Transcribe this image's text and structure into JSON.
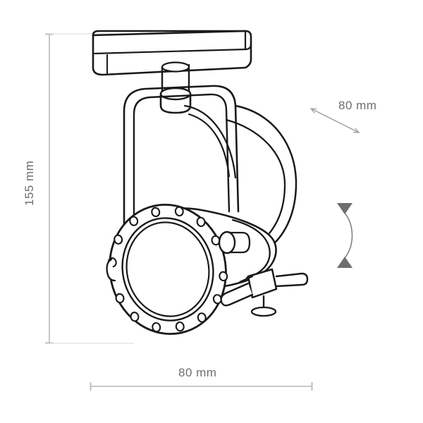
{
  "drawing": {
    "type": "technical-dimension-drawing",
    "subject": "track-mounted spotlight luminaire",
    "background_color": "#ffffff",
    "line_color": "#1a1a1a",
    "dimension_color": "#9a9a9a",
    "text_color": "#6e6e6e"
  },
  "dimensions": {
    "height": {
      "label": "155 mm",
      "value": 155,
      "unit": "mm",
      "orientation": "vertical",
      "position": "left"
    },
    "width": {
      "label": "80 mm",
      "value": 80,
      "unit": "mm",
      "orientation": "horizontal",
      "position": "bottom"
    },
    "depth": {
      "label": "80 mm",
      "value": 80,
      "unit": "mm",
      "orientation": "diagonal",
      "position": "top-right"
    }
  },
  "annotations": {
    "tilt_arrow": {
      "name": "tilt-rotation-arrow",
      "description": "curved double headed arrow showing head tilt adjustment"
    }
  },
  "product_parts": [
    {
      "name": "ceiling-track-plate",
      "description": "rectangular track mounting plate in perspective"
    },
    {
      "name": "mounting-stem",
      "description": "cylindrical stem connecting plate to swivel collar"
    },
    {
      "name": "swivel-collar",
      "description": "rotating collar disc"
    },
    {
      "name": "yoke-bracket",
      "description": "U shaped bracket holding the lamp head"
    },
    {
      "name": "lamp-head-body",
      "description": "cylindrical spotlight body"
    },
    {
      "name": "front-bezel-ring",
      "description": "front ring with perforated holes"
    },
    {
      "name": "lens",
      "description": "inner lens face"
    },
    {
      "name": "bezel-holes",
      "description": "fourteen small circular holes around bezel"
    },
    {
      "name": "pivot-knob",
      "description": "side tilt pivot knob"
    },
    {
      "name": "clamp-bracket",
      "description": "rear clamp with locking screws"
    }
  ]
}
